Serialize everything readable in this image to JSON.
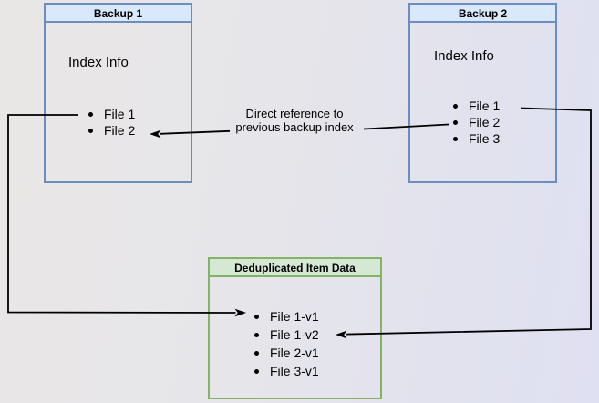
{
  "boxes": {
    "backup1": {
      "title": "Backup 1",
      "body_label": "Index Info",
      "items": [
        "File 1",
        "File 2"
      ]
    },
    "backup2": {
      "title": "Backup 2",
      "body_label": "Index Info",
      "items": [
        "File 1",
        "File 2",
        "File 3"
      ]
    },
    "dedup": {
      "title": "Deduplicated Item Data",
      "items": [
        "File 1-v1",
        "File 1-v2",
        "File 2-v1",
        "File 3-v1"
      ]
    }
  },
  "edge_label": {
    "line1": "Direct reference to",
    "line2": "previous backup index"
  },
  "edges": [
    {
      "from": "Backup 1 / File 1",
      "to": "Deduplicated Item Data / File 1-v1"
    },
    {
      "from": "Backup 2 / File 1",
      "to": "Deduplicated Item Data / File 1-v2"
    },
    {
      "from": "Backup 2 / File 2",
      "to": "Backup 1 / File 2",
      "label": "Direct reference to previous backup index"
    }
  ],
  "colors": {
    "blue_border": "#6c8ebf",
    "blue_header_fill": "#dae8fc",
    "green_border": "#82b366",
    "green_header_fill": "#d5e8d4",
    "edge_line": "#000000",
    "background_left": "#e9e7e5",
    "background_right": "#dfe0f2"
  }
}
